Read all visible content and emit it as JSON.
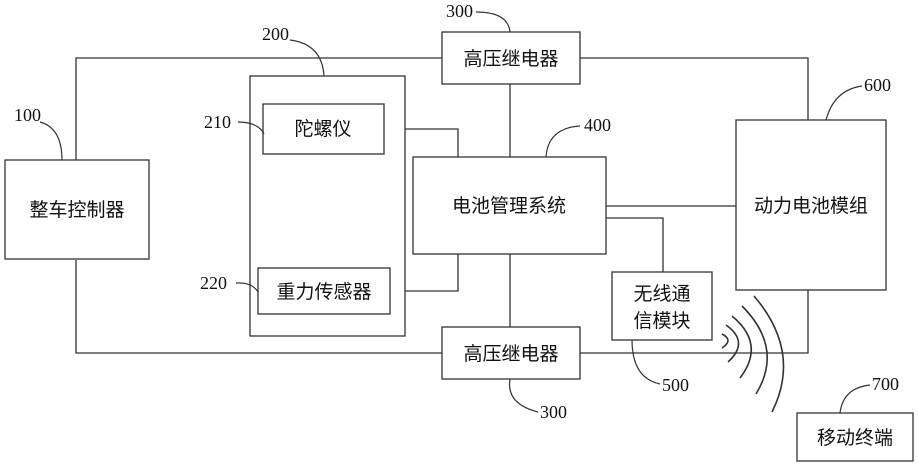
{
  "blocks": {
    "vehicle_controller": "整车控制器",
    "gyroscope": "陀螺仪",
    "gravity_sensor": "重力传感器",
    "hv_relay_top": "高压继电器",
    "hv_relay_bottom": "高压继电器",
    "bms": "电池管理系统",
    "wireless_line1": "无线通",
    "wireless_line2": "信模块",
    "battery_module": "动力电池模组",
    "mobile_terminal": "移动终端"
  },
  "refs": {
    "r100": "100",
    "r200": "200",
    "r210": "210",
    "r220": "220",
    "r300_top": "300",
    "r300_bottom": "300",
    "r400": "400",
    "r500": "500",
    "r600": "600",
    "r700": "700"
  }
}
